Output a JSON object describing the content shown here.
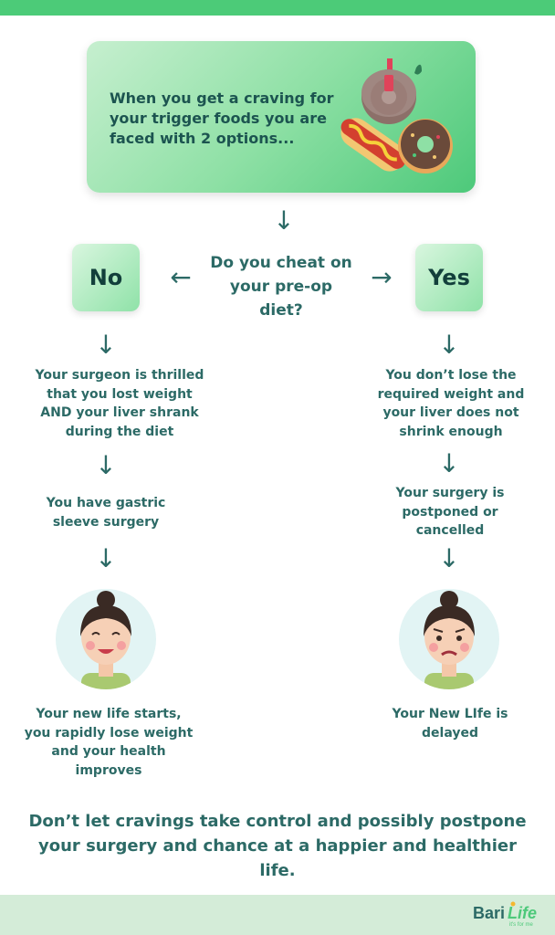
{
  "intro": {
    "text": "When you get a craving for your trigger foods you are faced with 2 options..."
  },
  "decision": {
    "question": "Do you cheat on your pre-op diet?",
    "no_label": "No",
    "yes_label": "Yes"
  },
  "no_path": {
    "step1": "Your surgeon is thrilled that you lost weight AND your liver shrank during the diet",
    "step2": "You have gastric sleeve surgery",
    "outcome": "Your new life starts, you rapidly lose weight and your health improves"
  },
  "yes_path": {
    "step1": "You don’t lose the required weight and your liver does not shrink enough",
    "step2": "Your surgery is postponed or cancelled",
    "outcome": "Your New LIfe is delayed"
  },
  "closing": {
    "text": "Don’t let cravings take control and possibly postpone your surgery and chance at a happier and healthier life."
  },
  "brand": {
    "logo_text": "BariLife",
    "tagline": "it's for me"
  },
  "colors": {
    "top_bar": "#4ccb78",
    "bottom_bar": "#d4ecd8",
    "text": "#2c6a66",
    "accent_green": "#4dc97a"
  }
}
